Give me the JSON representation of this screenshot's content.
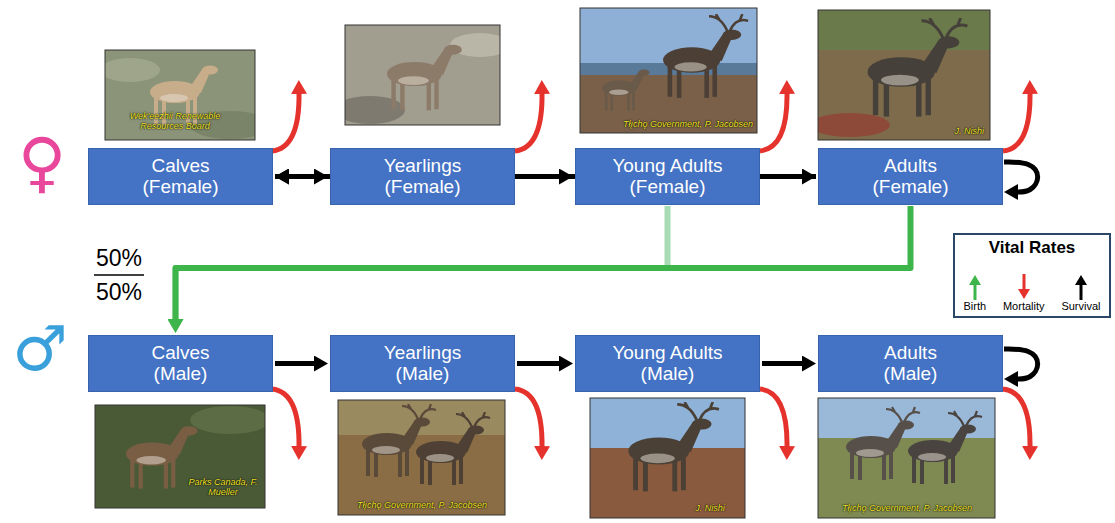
{
  "diagram": {
    "nodes": [
      {
        "text": [
          "Calves (Female)"
        ]
      },
      {
        "text": [
          "Yearlings (Female)"
        ]
      },
      {
        "text": [
          "Young Adults (Female)"
        ]
      },
      {
        "text": [
          "Adults (Female)"
        ]
      },
      {
        "text": [
          "Calves (Male)"
        ]
      },
      {
        "text": [
          "Yearlings (Male)"
        ]
      },
      {
        "text": [
          "Young Adults (Male)"
        ]
      },
      {
        "text": [
          "Adults (Male)"
        ]
      }
    ],
    "edges": [
      {
        "from": 0,
        "to": 1,
        "arrow": "to"
      },
      {
        "from": 1,
        "to": 2,
        "arrow": "to"
      },
      {
        "from": 2,
        "to": 3,
        "arrow": "to"
      },
      {
        "from": 3,
        "to": 3,
        "arrow": "to"
      },
      {
        "from": 2,
        "to": 0,
        "arrow": "to"
      },
      {
        "from": 2,
        "to": 4,
        "arrow": "to"
      },
      {
        "from": 3,
        "to": 0,
        "arrow": "to"
      },
      {
        "from": 3,
        "to": 4,
        "arrow": "to"
      },
      {
        "from": 4,
        "to": 5,
        "arrow": "to"
      },
      {
        "from": 5,
        "to": 6,
        "arrow": "to"
      },
      {
        "from": 6,
        "to": 7,
        "arrow": "to"
      },
      {
        "from": 7,
        "to": 7,
        "arrow": "to"
      }
    ],
    "labels": [
      "♀",
      "♂",
      "50%",
      "50%",
      "Vital Rates",
      "Wek'eezhii Renewable Resources Board",
      "Tłı̨chǫ Government, P. Jacobsen",
      "J. Nishi",
      "Parks Canada, F. Mueller",
      "Tłı̨chǫ Government, P. Jacobsen",
      "J. Nishi",
      "Tłı̨chǫ Government, P. Jacobsen"
    ],
    "legend": [
      {
        "text": "Birth"
      },
      {
        "text": "Mortality"
      },
      {
        "text": "Survival"
      }
    ]
  }
}
